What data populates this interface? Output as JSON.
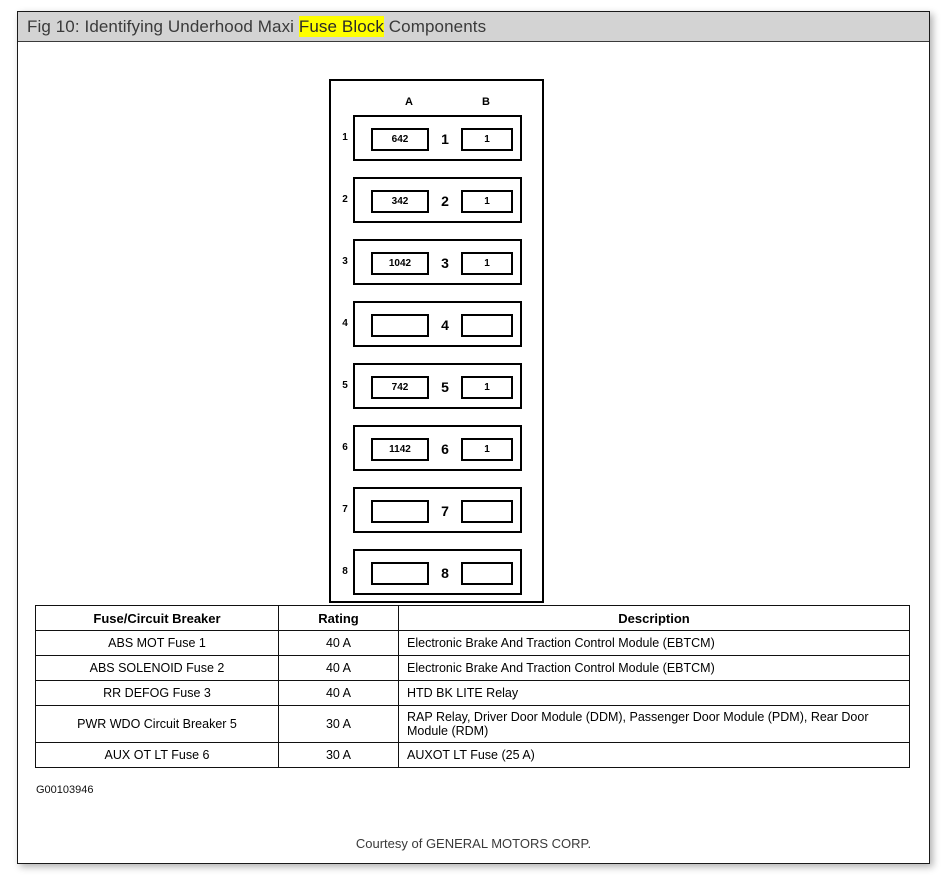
{
  "figure": {
    "title_prefix": "Fig 10: Identifying Underhood Maxi ",
    "title_highlight": "Fuse Block",
    "title_suffix": " Components",
    "figure_id": "G00103946",
    "courtesy": "Courtesy of GENERAL MOTORS CORP."
  },
  "diagram": {
    "column_headers": {
      "a": "A",
      "b": "B"
    },
    "rows": [
      {
        "index": "1",
        "slot_a": "642",
        "middle": "1",
        "slot_b": "1"
      },
      {
        "index": "2",
        "slot_a": "342",
        "middle": "2",
        "slot_b": "1"
      },
      {
        "index": "3",
        "slot_a": "1042",
        "middle": "3",
        "slot_b": "1"
      },
      {
        "index": "4",
        "slot_a": "",
        "middle": "4",
        "slot_b": ""
      },
      {
        "index": "5",
        "slot_a": "742",
        "middle": "5",
        "slot_b": "1"
      },
      {
        "index": "6",
        "slot_a": "1142",
        "middle": "6",
        "slot_b": "1"
      },
      {
        "index": "7",
        "slot_a": "",
        "middle": "7",
        "slot_b": ""
      },
      {
        "index": "8",
        "slot_a": "",
        "middle": "8",
        "slot_b": ""
      }
    ]
  },
  "table": {
    "headers": {
      "name": "Fuse/Circuit Breaker",
      "rating": "Rating",
      "description": "Description"
    },
    "rows": [
      {
        "name": "ABS MOT Fuse 1",
        "rating": "40 A",
        "description": "Electronic Brake And Traction Control Module (EBTCM)"
      },
      {
        "name": "ABS SOLENOID Fuse 2",
        "rating": "40 A",
        "description": "Electronic Brake And Traction Control Module (EBTCM)"
      },
      {
        "name": "RR DEFOG Fuse 3",
        "rating": "40 A",
        "description": "HTD BK LITE Relay"
      },
      {
        "name": "PWR WDO Circuit Breaker 5",
        "rating": "30 A",
        "description": "RAP Relay, Driver Door Module (DDM), Passenger Door Module (PDM), Rear Door Module (RDM)"
      },
      {
        "name": "AUX OT LT Fuse 6",
        "rating": "30 A",
        "description": "AUXOT LT Fuse (25 A)"
      }
    ]
  },
  "colors": {
    "title_bar_bg": "#d3d3d3",
    "highlight": "#ffff00",
    "ink": "#000000",
    "page_bg": "#ffffff"
  }
}
